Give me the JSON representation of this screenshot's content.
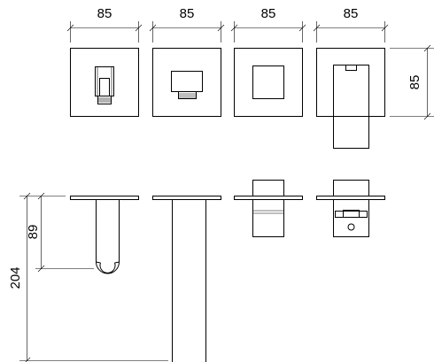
{
  "dimensions": {
    "width_1": "85",
    "width_2": "85",
    "width_3": "85",
    "width_4": "85",
    "height_plate": "85",
    "depth_total": "204",
    "depth_holder": "89"
  }
}
